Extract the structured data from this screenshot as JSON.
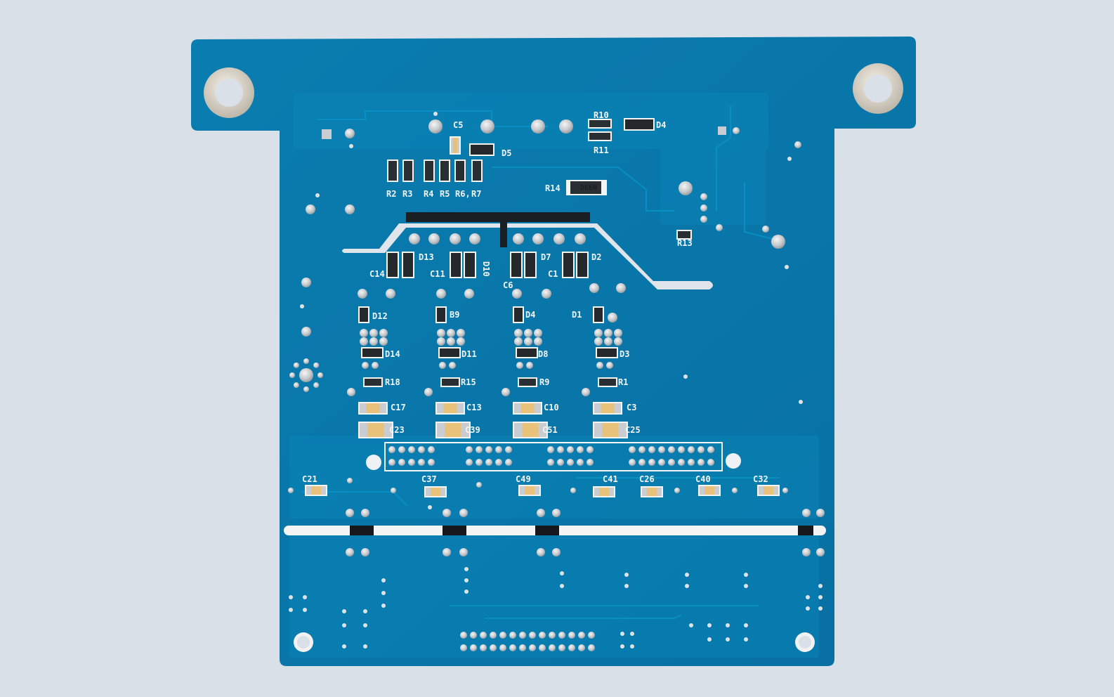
{
  "photo": {
    "subject": "printed-circuit-board",
    "colors": {
      "background": "#d9e0e8",
      "board": "#0b7bab",
      "board_dark": "#07669a",
      "trace": "#0a86b8",
      "silkscreen": "#f2f5f3",
      "pad": "#c9ccd0",
      "smd_cap": "#e8c27a"
    }
  },
  "labels": {
    "c5": "C5",
    "d5": "D5",
    "r10": "R10",
    "r11": "R11",
    "d4_top": "D4",
    "r2": "R2",
    "r3": "R3",
    "r4": "R4",
    "r5": "R5",
    "r6": "R6,",
    "r7": "R7",
    "r14": "R14",
    "r14_value": "DEEN",
    "r13": "R13",
    "d13": "D13",
    "d10": "D10",
    "d7": "D7",
    "d2": "D2",
    "c14": "C14",
    "c11": "C11",
    "c6": "C6",
    "c1": "C1",
    "d12": "D12",
    "b9": "B9",
    "d4_mid": "D4",
    "d1": "D1",
    "d14": "D14",
    "d11": "D11",
    "d8": "D8",
    "d3": "D3",
    "r18": "R18",
    "r15": "R15",
    "r9": "R9",
    "r1": "R1",
    "c17": "C17",
    "c13": "C13",
    "c10": "C10",
    "c3": "C3",
    "c23": "C23",
    "c39": "C39",
    "c51": "C51",
    "c25": "C25",
    "c21": "C21",
    "c37": "C37",
    "c49": "C49",
    "c41": "C41",
    "c26": "C26",
    "c40": "C40",
    "c32": "C32"
  }
}
